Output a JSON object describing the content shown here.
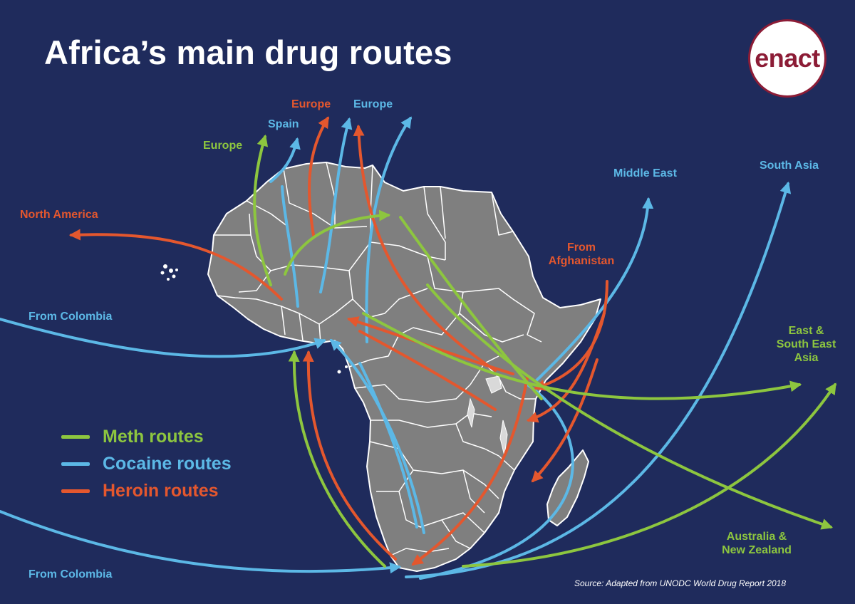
{
  "title": "Africa’s main drug routes",
  "logo": {
    "text": "enact",
    "border_color": "#8c1c36"
  },
  "colors": {
    "background": "#1f2b5c",
    "land": "#7f7f7f",
    "borders": "#ffffff",
    "meth": "#8dc63f",
    "cocaine": "#5cb8e6",
    "heroin": "#e4572e"
  },
  "labels": {
    "europe_green": "Europe",
    "spain": "Spain",
    "europe_orange": "Europe",
    "europe_blue": "Europe",
    "north_america": "North America",
    "middle_east": "Middle East",
    "south_asia": "South Asia",
    "from_afghanistan": "From\nAfghanistan",
    "from_colombia_top": "From Colombia",
    "from_colombia_bottom": "From Colombia",
    "east_asia": "East &\nSouth East\nAsia",
    "australia": "Australia &\nNew Zealand"
  },
  "legend": [
    {
      "label": "Meth routes",
      "color": "#8dc63f"
    },
    {
      "label": "Cocaine routes",
      "color": "#5cb8e6"
    },
    {
      "label": "Heroin routes",
      "color": "#e4572e"
    }
  ],
  "source": "Source: Adapted from UNODC World Drug Report 2018"
}
